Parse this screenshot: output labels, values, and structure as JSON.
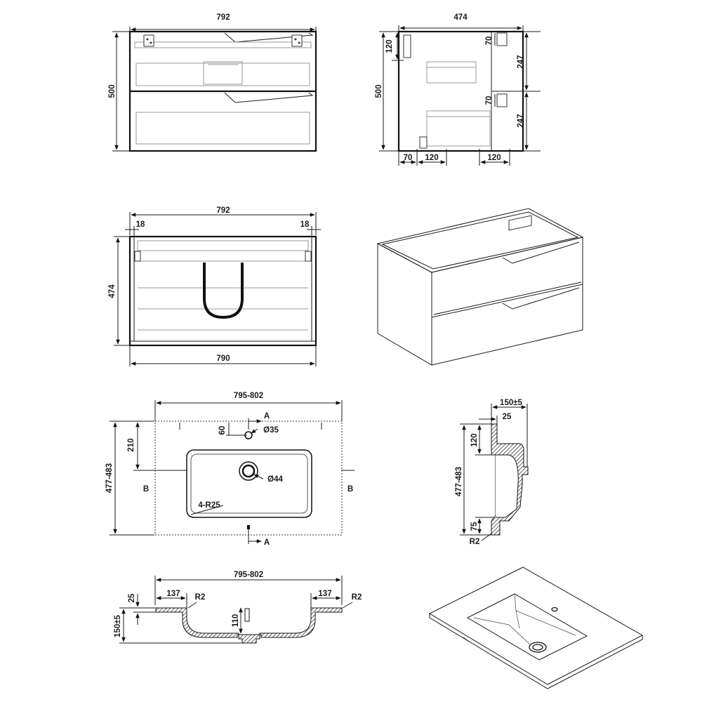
{
  "views": {
    "front": {
      "width_label": "792",
      "height_label": "500"
    },
    "side": {
      "depth_label": "474",
      "height_label": "500",
      "top_offset_label": "120",
      "bracket_upper_label": "70",
      "bracket_lower_label": "70",
      "upper_drawer_label": "247",
      "lower_drawer_label": "247",
      "bottom_left_label": "70",
      "bottom_mid_label": "120",
      "bottom_right_label": "120"
    },
    "top": {
      "width_label": "792",
      "left_wall_label": "18",
      "right_wall_label": "18",
      "depth_label": "474",
      "inner_width_label": "790"
    },
    "basin_top": {
      "width_label": "795-802",
      "depth_label": "477-483",
      "hole_offset_label": "210",
      "hole_edge_label": "60",
      "tap_hole_label": "Ø35",
      "drain_label": "Ø44",
      "radius_label": "4-R25",
      "section_a_top": "A",
      "section_a_bottom": "A",
      "section_b_left": "B",
      "section_b_right": "B"
    },
    "basin_section_b": {
      "overall_label": "150±5",
      "rim_label": "25",
      "back_label": "120",
      "depth_label": "477-483",
      "front_label": "75",
      "radius_label": "R2"
    },
    "basin_section_a": {
      "width_label": "795-802",
      "left_rim_label": "137",
      "right_rim_label": "137",
      "left_radius_label": "R2",
      "right_radius_label": "R2",
      "thickness_label": "25",
      "height_label": "150±5",
      "bowl_depth_label": "110"
    }
  }
}
